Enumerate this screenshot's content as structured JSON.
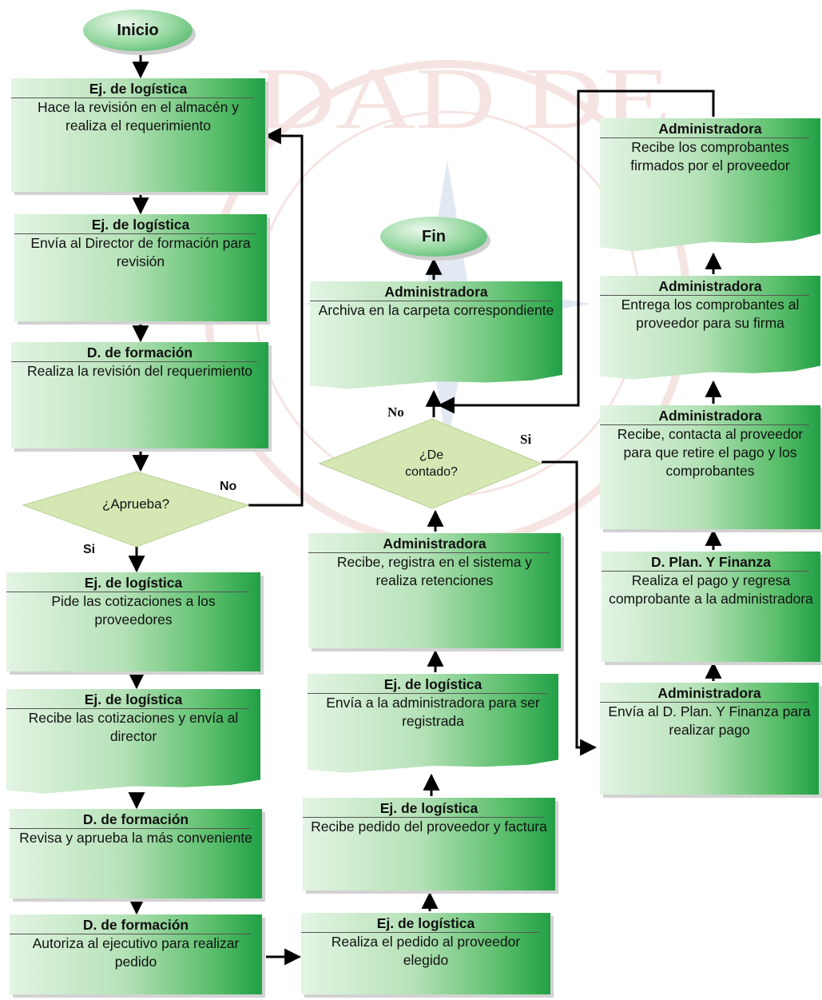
{
  "colors": {
    "box_light": "#e3f4e3",
    "box_dark": "#22a046",
    "diamond": "#d5e8b4",
    "arrow": "#000000"
  },
  "terminals": {
    "start": "Inicio",
    "end": "Fin"
  },
  "steps": {
    "s1": {
      "role": "Ej. de logística",
      "desc": "Hace la revisión en el almacén y realiza el requerimiento"
    },
    "s2": {
      "role": "Ej. de logística",
      "desc": "Envía al Director de formación para revisión"
    },
    "s3": {
      "role": "D. de formación",
      "desc": "Realiza la revisión del requerimiento"
    },
    "s4": {
      "role": "Ej. de logística",
      "desc": "Pide las cotizaciones a los proveedores"
    },
    "s5": {
      "role": "Ej. de logística",
      "desc": "Recibe las cotizaciones y envía al director"
    },
    "s6": {
      "role": "D. de formación",
      "desc": "Revisa y aprueba la más conveniente"
    },
    "s7": {
      "role": "D. de formación",
      "desc": "Autoriza al ejecutivo para realizar pedido"
    },
    "m1": {
      "role": "Ej. de logística",
      "desc": "Realiza el pedido al proveedor elegido"
    },
    "m2": {
      "role": "Ej. de logística",
      "desc": "Recibe pedido del proveedor y factura"
    },
    "m3": {
      "role": "Ej. de logística",
      "desc": "Envía  a la administradora para ser registrada"
    },
    "m4": {
      "role": "Administradora",
      "desc": "Recibe, registra en el sistema y realiza retenciones"
    },
    "m5": {
      "role": "Administradora",
      "desc": "Archiva en la carpeta correspondiente"
    },
    "r1": {
      "role": "Administradora",
      "desc": "Envía al D. Plan. Y Finanza para realizar pago"
    },
    "r2": {
      "role": "D. Plan. Y Finanza",
      "desc": "Realiza el pago y regresa comprobante  a la administradora"
    },
    "r3": {
      "role": "Administradora",
      "desc": "Recibe, contacta al proveedor para que retire el pago y los comprobantes"
    },
    "r4": {
      "role": "Administradora",
      "desc": "Entrega los comprobantes al proveedor para su firma"
    },
    "r5": {
      "role": "Administradora",
      "desc": "Recibe los comprobantes firmados por el proveedor"
    }
  },
  "decisions": {
    "d1": {
      "question": "¿Aprueba?",
      "yes": "Si",
      "no": "No"
    },
    "d2": {
      "question_1": "¿De",
      "question_2": "contado?",
      "yes": "Si",
      "no": "No"
    }
  },
  "watermark_text": "DAD DE"
}
